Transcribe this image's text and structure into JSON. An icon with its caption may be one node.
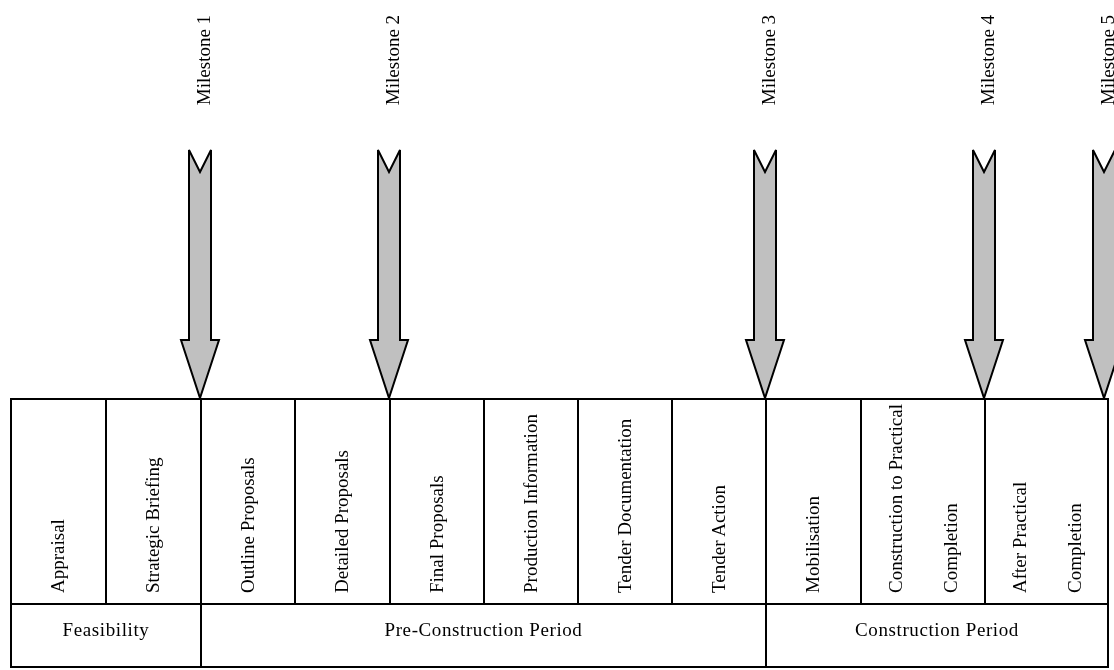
{
  "diagram": {
    "nodes": [
      {
        "text": [
          "Appraisal"
        ]
      },
      {
        "text": [
          "Strategic Briefing"
        ]
      },
      {
        "text": [
          "Outline Proposals"
        ]
      },
      {
        "text": [
          "Detailed Proposals"
        ]
      },
      {
        "text": [
          "Final Proposals"
        ]
      },
      {
        "text": [
          "Production Information"
        ]
      },
      {
        "text": [
          "Tender Documentation"
        ]
      },
      {
        "text": [
          "Tender Action"
        ]
      },
      {
        "text": [
          "Mobilisation"
        ]
      },
      {
        "text": [
          "Construction to Practical Completion"
        ]
      },
      {
        "text": [
          "After Practical Completion"
        ]
      },
      {
        "text": [
          "Feasibility"
        ]
      },
      {
        "text": [
          "Pre-Construction Period"
        ]
      },
      {
        "text": [
          "Construction Period"
        ]
      }
    ],
    "edges": [
      {
        "from": null,
        "to": 1,
        "arrow": "to"
      },
      {
        "from": null,
        "to": 3,
        "arrow": "to"
      },
      {
        "from": null,
        "to": 7,
        "arrow": "to"
      },
      {
        "from": null,
        "to": 9,
        "arrow": "to"
      },
      {
        "from": null,
        "to": 10,
        "arrow": "to"
      }
    ],
    "labels": [
      "Milestone 1",
      "Milestone 2",
      "Milestone 3",
      "Milestone 4",
      "Milestone 5"
    ]
  }
}
